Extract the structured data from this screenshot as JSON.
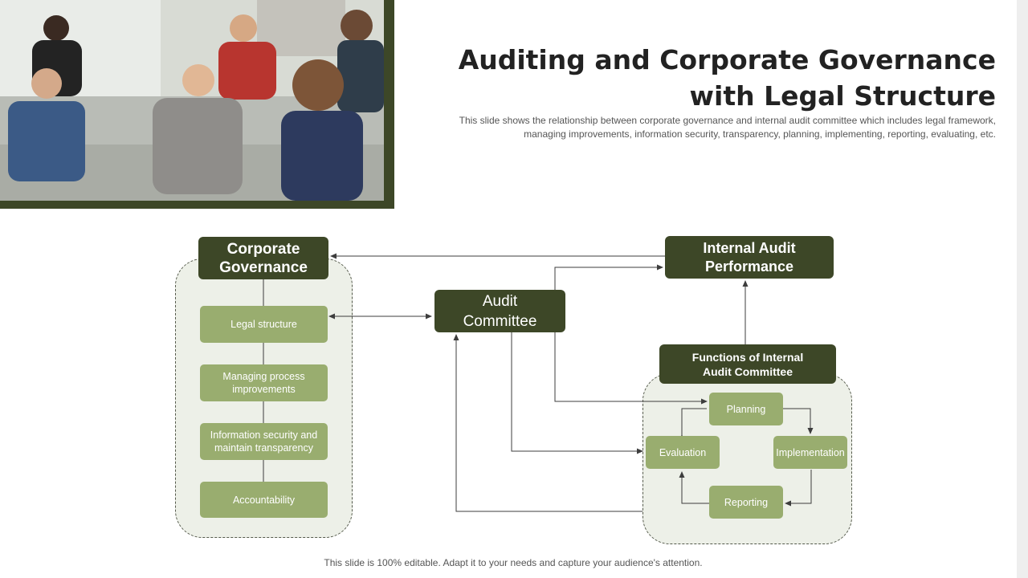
{
  "header": {
    "title_line1": "Auditing and Corporate Governance",
    "title_line2": "with Legal Structure",
    "subtitle": "This slide shows the relationship between corporate governance  and internal audit committee which includes legal framework, managing improvements, information security, transparency, planning, implementing, reporting, evaluating, etc."
  },
  "governance": {
    "title_line1": "Corporate",
    "title_line2": "Governance",
    "items": [
      {
        "line1": "Legal structure",
        "line2": ""
      },
      {
        "line1": "Managing process",
        "line2": "improvements"
      },
      {
        "line1": "Information  security and",
        "line2": "maintain transparency"
      },
      {
        "line1": "Accountability",
        "line2": ""
      }
    ]
  },
  "audit_committee": {
    "line1": "Audit",
    "line2": "Committee"
  },
  "internal_audit_performance": {
    "line1": "Internal Audit",
    "line2": "Performance"
  },
  "functions": {
    "title_line1": "Functions of Internal",
    "title_line2": "Audit Committee",
    "planning": "Planning",
    "evaluation": "Evaluation",
    "implementation": "Implementation",
    "reporting": "Reporting"
  },
  "footer": {
    "text": "This slide is 100% editable. Adapt it to your needs and capture your audience's attention."
  },
  "colors": {
    "dark_green": "#3d4727",
    "light_green": "#99ad6f",
    "panel_bg": "#edf0e8"
  }
}
